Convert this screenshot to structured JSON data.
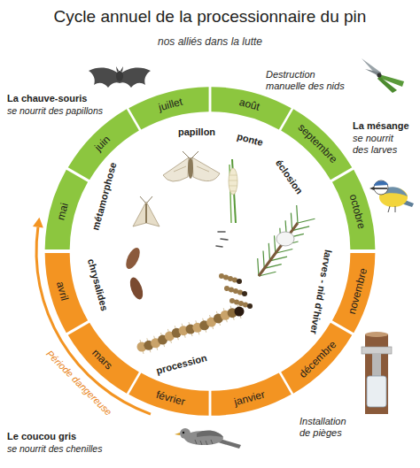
{
  "diagram": {
    "title": "Cycle annuel de la processionnaire du pin",
    "nodes": [
      {
        "text": [
          "mai"
        ]
      },
      {
        "text": [
          "juin"
        ]
      },
      {
        "text": [
          "juillet"
        ]
      },
      {
        "text": [
          "août"
        ]
      },
      {
        "text": [
          "septembre"
        ]
      },
      {
        "text": [
          "octobre"
        ]
      },
      {
        "text": [
          "novembre"
        ]
      },
      {
        "text": [
          "décembre"
        ]
      },
      {
        "text": [
          "janvier"
        ]
      },
      {
        "text": [
          "février"
        ]
      },
      {
        "text": [
          "mars"
        ]
      },
      {
        "text": [
          "avril"
        ]
      }
    ],
    "labels": [
      "nos alliés dans la lutte",
      "La chauve-souris",
      "se nourrit des papillons",
      "Destruction manuelle des nids",
      "La mésange",
      "se nourrit des larves",
      "papillon",
      "métamorphose",
      "ponte",
      "éclosion",
      "chrysalides",
      "larves - nid d'hiver",
      "procession",
      "Période dangereuse",
      "Installation de pièges",
      "Le coucou gris",
      "se nourrit des chenilles"
    ]
  }
}
